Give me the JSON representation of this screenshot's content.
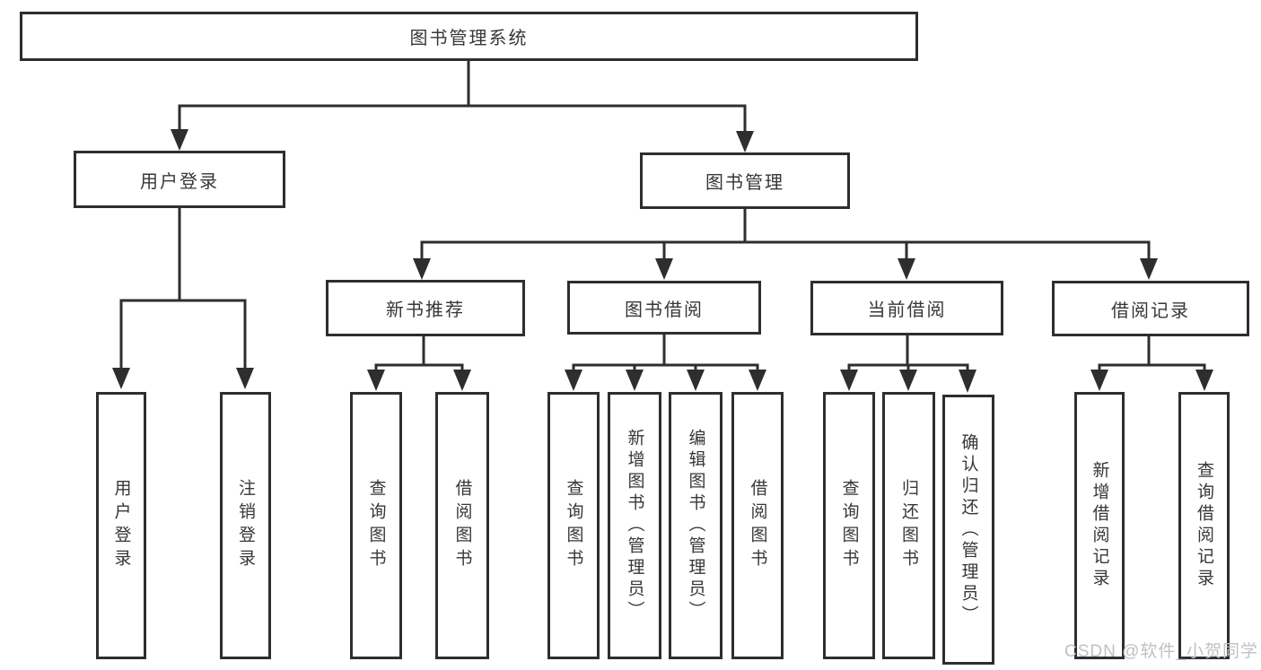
{
  "diagram": {
    "root": {
      "label": "图书管理系统"
    },
    "level1": [
      {
        "key": "user-login",
        "label": "用户登录"
      },
      {
        "key": "book-management",
        "label": "图书管理"
      }
    ],
    "level2": [
      {
        "key": "new-book-recommend",
        "label": "新书推荐"
      },
      {
        "key": "book-borrow",
        "label": "图书借阅"
      },
      {
        "key": "current-borrow",
        "label": "当前借阅"
      },
      {
        "key": "borrow-records",
        "label": "借阅记录"
      }
    ],
    "leaves": [
      {
        "key": "user-login-op",
        "parent": "user-login",
        "label": "用户登录"
      },
      {
        "key": "logout-op",
        "parent": "user-login",
        "label": "注销登录"
      },
      {
        "key": "query-books-recommend",
        "parent": "new-book-recommend",
        "label": "查询图书"
      },
      {
        "key": "borrow-books-recommend",
        "parent": "new-book-recommend",
        "label": "借阅图书"
      },
      {
        "key": "query-books-borrow",
        "parent": "book-borrow",
        "label": "查询图书"
      },
      {
        "key": "add-books-admin",
        "parent": "book-borrow",
        "label": "新增图书（管理员）"
      },
      {
        "key": "edit-books-admin",
        "parent": "book-borrow",
        "label": "编辑图书（管理员）"
      },
      {
        "key": "borrow-books-op",
        "parent": "book-borrow",
        "label": "借阅图书"
      },
      {
        "key": "query-books-current",
        "parent": "current-borrow",
        "label": "查询图书"
      },
      {
        "key": "return-books",
        "parent": "current-borrow",
        "label": "归还图书"
      },
      {
        "key": "confirm-return-admin",
        "parent": "current-borrow",
        "label": "确认归还（管理员）"
      },
      {
        "key": "add-borrow-record",
        "parent": "borrow-records",
        "label": "新增借阅记录"
      },
      {
        "key": "query-borrow-record",
        "parent": "borrow-records",
        "label": "查询借阅记录"
      }
    ]
  },
  "watermark": "CSDN @软件_小贺同学",
  "colors": {
    "line": "#2e2e2e",
    "box_border": "#2e2e2e",
    "text": "#37373b",
    "watermark": "#bfc1c3",
    "background": "#ffffff"
  }
}
